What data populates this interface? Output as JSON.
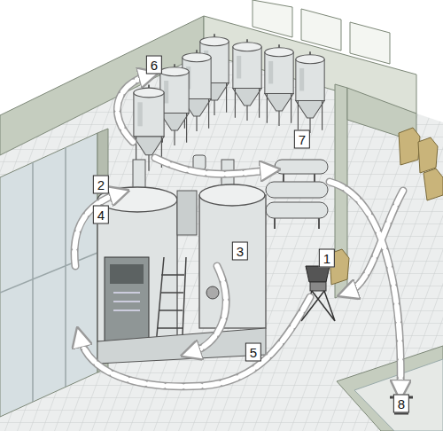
{
  "diagram": {
    "labels": [
      "1",
      "2",
      "3",
      "4",
      "5",
      "6",
      "7",
      "8"
    ]
  }
}
